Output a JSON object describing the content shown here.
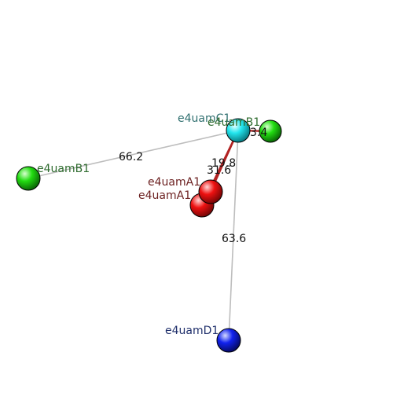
{
  "atoms": [
    {
      "id": "C1",
      "label": "e4uamC1",
      "color": "cyan",
      "label_color": "#2f6f6f"
    },
    {
      "id": "B1a",
      "label": "e4uamB1",
      "color": "green",
      "label_color": "#2e6b2e"
    },
    {
      "id": "B1b",
      "label": "e4uamB1",
      "color": "green",
      "label_color": "#2e6b2e"
    },
    {
      "id": "A1a",
      "label": "e4uamA1",
      "color": "red",
      "label_color": "#6b1f1f"
    },
    {
      "id": "A1b",
      "label": "e4uamA1",
      "color": "red",
      "label_color": "#6b1f1f"
    },
    {
      "id": "D1",
      "label": "e4uamD1",
      "color": "blue",
      "label_color": "#1f2f6b"
    }
  ],
  "distances": [
    {
      "from": "C1",
      "to": "B1a",
      "value": "66.2"
    },
    {
      "from": "C1",
      "to": "B1b",
      "value": "3.4"
    },
    {
      "from": "C1",
      "to": "A1a",
      "value": "19.8"
    },
    {
      "from": "C1",
      "to": "A1b",
      "value": "31.6"
    },
    {
      "from": "C1",
      "to": "D1",
      "value": "63.6"
    }
  ],
  "bonds": [
    {
      "from": "C1",
      "to": "A1a",
      "color": "#b22222"
    },
    {
      "from": "C1",
      "to": "A1b",
      "color": "#b22222"
    },
    {
      "from": "C1",
      "to": "B1b",
      "color": "#b22222"
    }
  ]
}
